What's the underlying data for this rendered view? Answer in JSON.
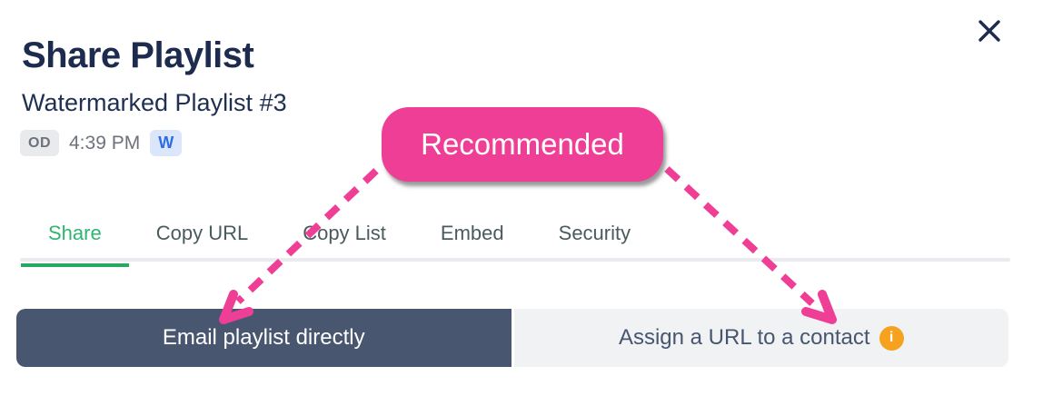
{
  "modal": {
    "title": "Share Playlist"
  },
  "playlist": {
    "name": "Watermarked Playlist #3",
    "owner_badge": "OD",
    "time": "4:39 PM",
    "watermark_badge": "W"
  },
  "callout": {
    "label": "Recommended"
  },
  "tabs": {
    "items": [
      {
        "label": "Share",
        "active": true
      },
      {
        "label": "Copy URL",
        "active": false
      },
      {
        "label": "Copy List",
        "active": false
      },
      {
        "label": "Embed",
        "active": false
      },
      {
        "label": "Security",
        "active": false
      }
    ]
  },
  "share_options": {
    "email_label": "Email playlist directly",
    "assign_label": "Assign a URL to a contact",
    "info_icon": "i"
  },
  "colors": {
    "accent_pink": "#ee3e96",
    "brand_navy": "#1d2b4e",
    "active_green": "#2eb571",
    "selected_button_bg": "#48566f",
    "unselected_button_bg": "#f1f2f4",
    "info_orange": "#f6a21e",
    "watermark_blue": "#2c6ce6"
  }
}
